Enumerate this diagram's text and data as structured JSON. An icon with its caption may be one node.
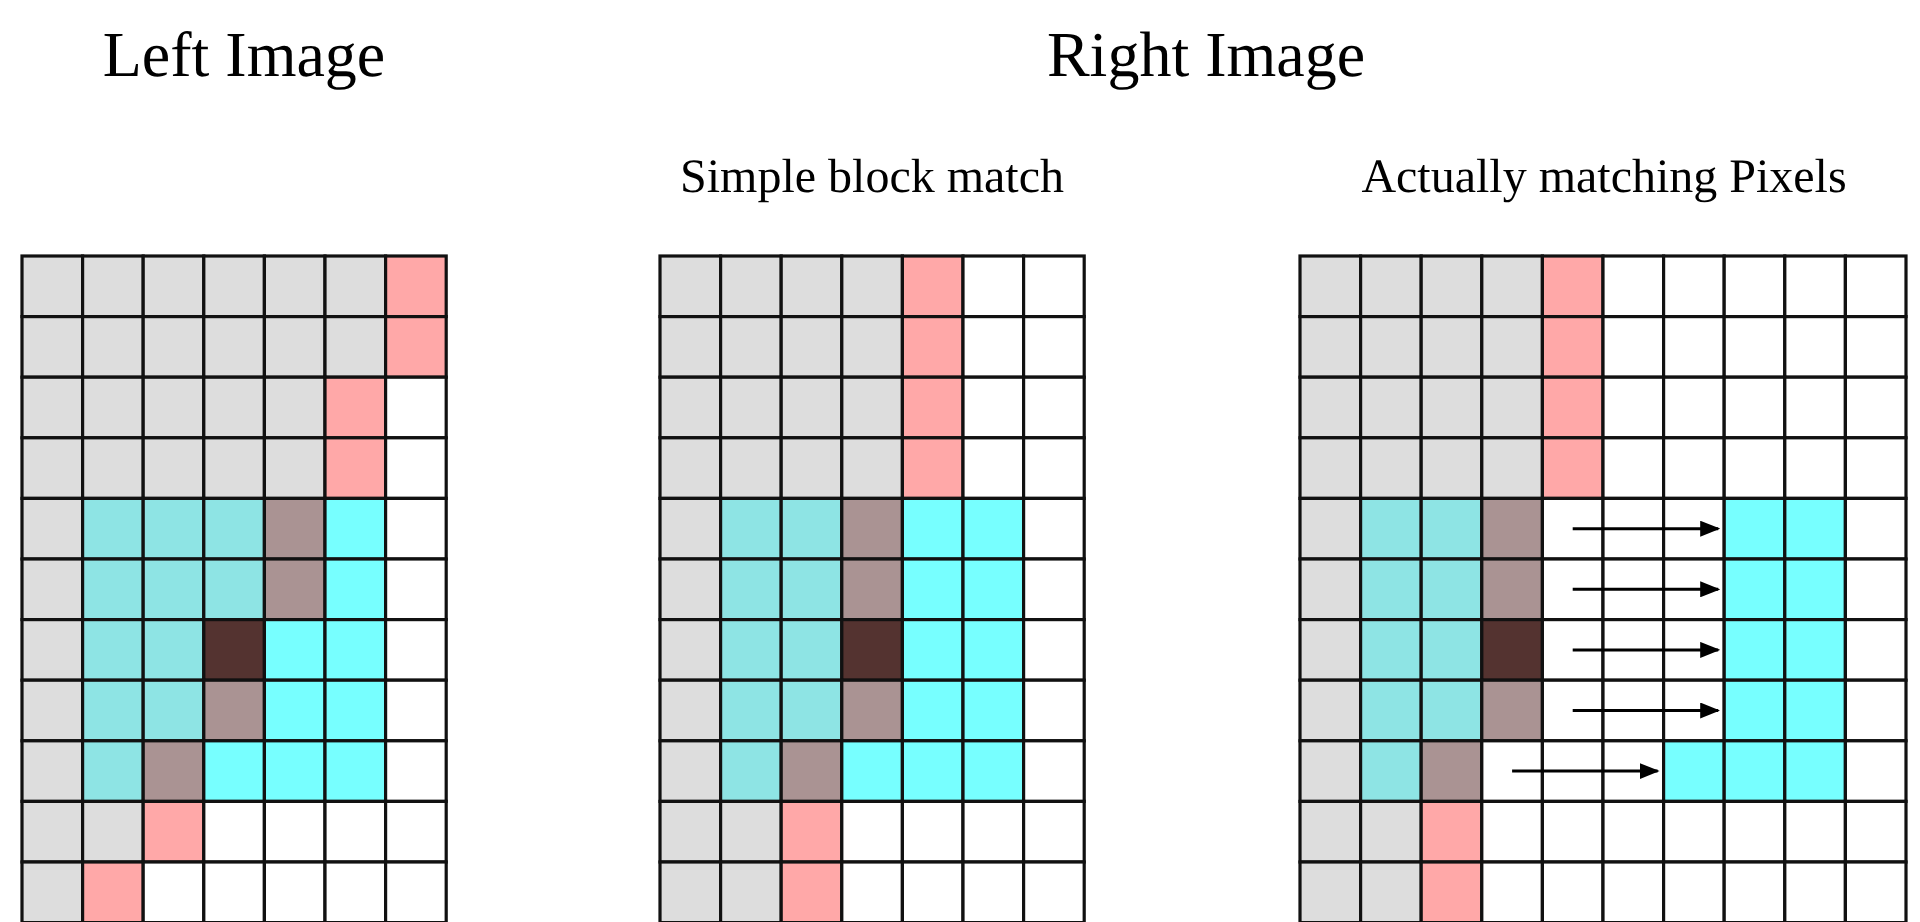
{
  "diagram": {
    "labels": [
      "Left Image",
      "Right Image",
      "Simple block match",
      "Actually matching Pixels"
    ]
  }
}
